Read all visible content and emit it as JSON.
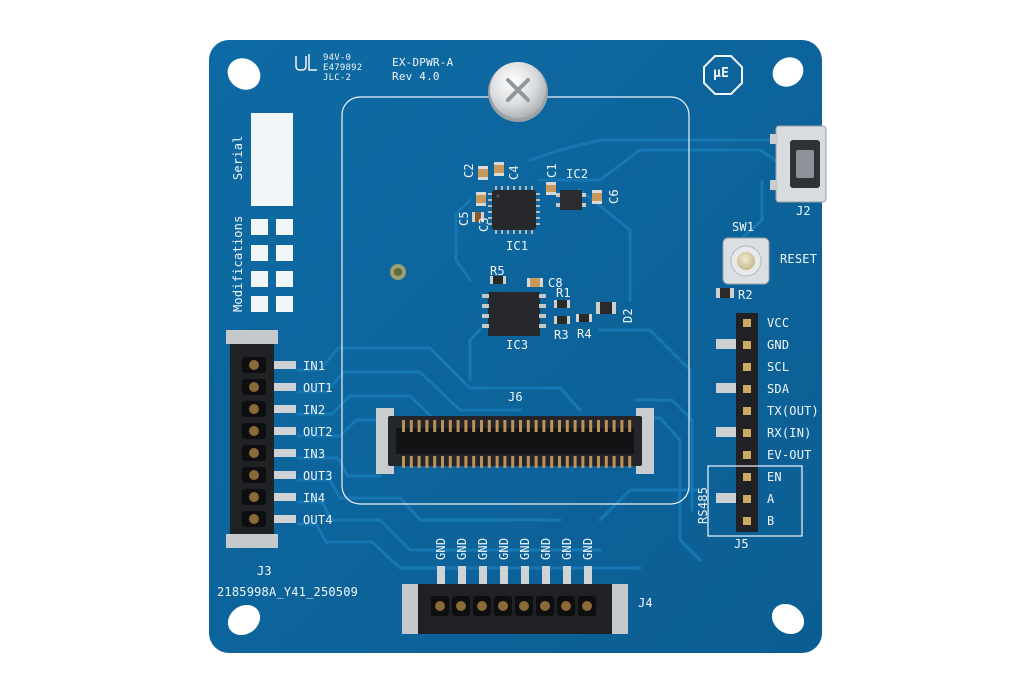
{
  "board": {
    "name": "EX-DPWR-A",
    "revision": "Rev 4.0",
    "ul_marks": [
      "94V-0",
      "E479892",
      "JLC-2"
    ],
    "order_code": "2185998A_Y41_250509",
    "serial_label": "Serial",
    "modifications_label": "Modifications",
    "logo_text": "µE",
    "colors": {
      "pcb": "#0f6aa3",
      "silk": "#f2f6f8",
      "copper": "#1677b3",
      "gold": "#b89457"
    }
  },
  "components": {
    "ic1": "IC1",
    "ic2": "IC2",
    "ic3": "IC3",
    "c1": "C1",
    "c2": "C2",
    "c3": "C3",
    "c4": "C4",
    "c5": "C5",
    "c6": "C6",
    "c8": "C8",
    "r1": "R1",
    "r2": "R2",
    "r3": "R3",
    "r4": "R4",
    "r5": "R5",
    "d2": "D2",
    "sw1": "SW1",
    "reset": "RESET",
    "j2": "J2",
    "j3": "J3",
    "j4": "J4",
    "j5": "J5",
    "j6": "J6"
  },
  "j3_pins": [
    "IN1",
    "OUT1",
    "IN2",
    "OUT2",
    "IN3",
    "OUT3",
    "IN4",
    "OUT4"
  ],
  "j4_pins": [
    "GND",
    "GND",
    "GND",
    "GND",
    "GND",
    "GND",
    "GND",
    "GND"
  ],
  "j5_pins": [
    "VCC",
    "GND",
    "SCL",
    "SDA",
    "TX(OUT)",
    "RX(IN)",
    "EV-OUT",
    "EN",
    "A",
    "B"
  ],
  "rs485_label": "RS485"
}
